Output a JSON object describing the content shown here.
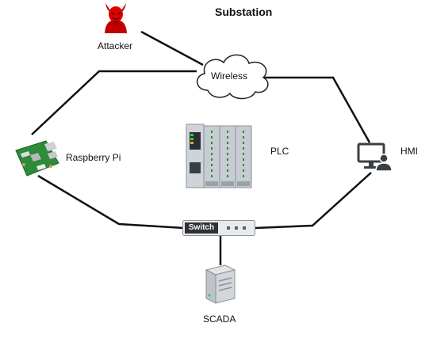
{
  "diagram": {
    "title": "Substation",
    "nodes": {
      "attacker": {
        "label": "Attacker",
        "icon": "devil-icon"
      },
      "wireless": {
        "label": "Wireless",
        "icon": "cloud-icon"
      },
      "raspberry": {
        "label": "Raspberry Pi",
        "icon": "raspberry-pi-board-icon"
      },
      "plc": {
        "label": "PLC",
        "icon": "plc-controller-icon"
      },
      "hmi": {
        "label": "HMI",
        "icon": "computer-user-icon"
      },
      "switch": {
        "label": "Switch",
        "icon": "network-switch-icon"
      },
      "scada": {
        "label": "SCADA",
        "icon": "server-icon"
      }
    },
    "links": [
      [
        "attacker",
        "wireless"
      ],
      [
        "wireless",
        "raspberry"
      ],
      [
        "wireless",
        "hmi"
      ],
      [
        "raspberry",
        "switch"
      ],
      [
        "switch",
        "hmi"
      ],
      [
        "switch",
        "scada"
      ]
    ]
  },
  "colors": {
    "line": "#111111",
    "attacker": "#d40000",
    "plc": "#c6ccd2",
    "switch_dark": "#2f3338",
    "server": "#bfc3c8"
  }
}
